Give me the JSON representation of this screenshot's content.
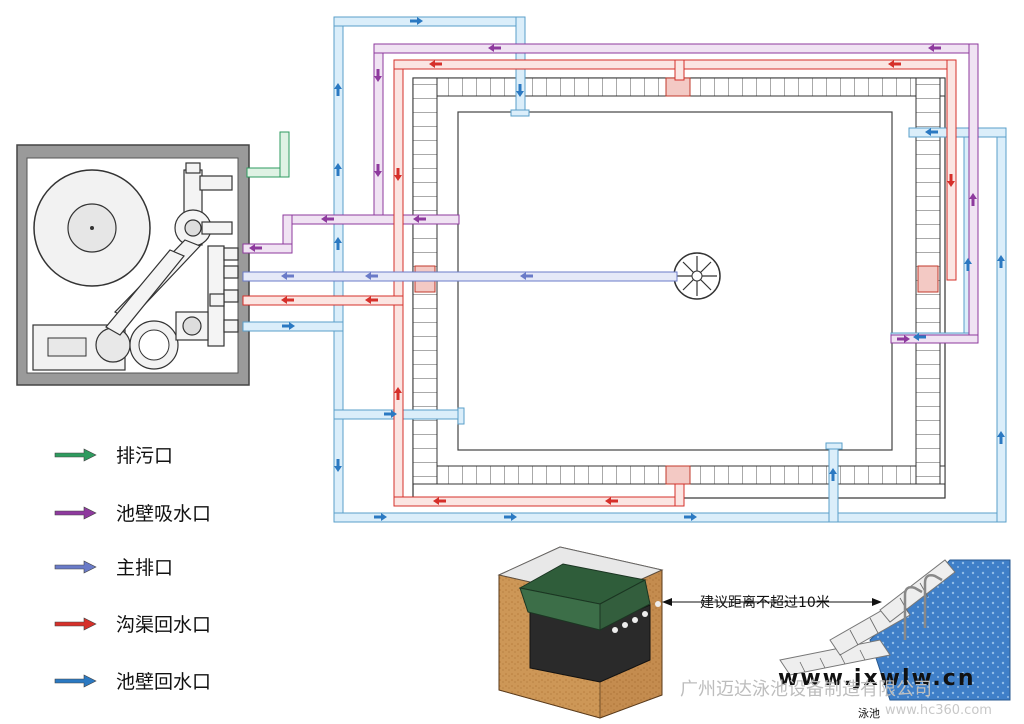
{
  "legend": [
    {
      "label": "排污口",
      "color": "#2e9b5f"
    },
    {
      "label": "池壁吸水口",
      "color": "#8e3a9e"
    },
    {
      "label": "主排口",
      "color": "#6a7bc8"
    },
    {
      "label": "沟渠回水口",
      "color": "#d6302a"
    },
    {
      "label": "池壁回水口",
      "color": "#2b79c2"
    }
  ],
  "distance_note": "建议距离不超过10米",
  "pool_caption": "泳池",
  "watermark": {
    "url": "www.jxwlw.cn",
    "company": "广州迈达泳池设备制造有限公司",
    "domain": "www.hc360.com"
  },
  "colors": {
    "pipe_fill": "#dbeefa",
    "pipe_stroke": "#5a9fc9",
    "suction": "#8e3a9e",
    "suction_fill": "#f0e3f3",
    "gutter": "#d6302a",
    "gutter_fill": "#fbe5e2",
    "drain": "#6a7bc8",
    "wall_return": "#2b79c2",
    "waste": "#2e9b5f"
  }
}
